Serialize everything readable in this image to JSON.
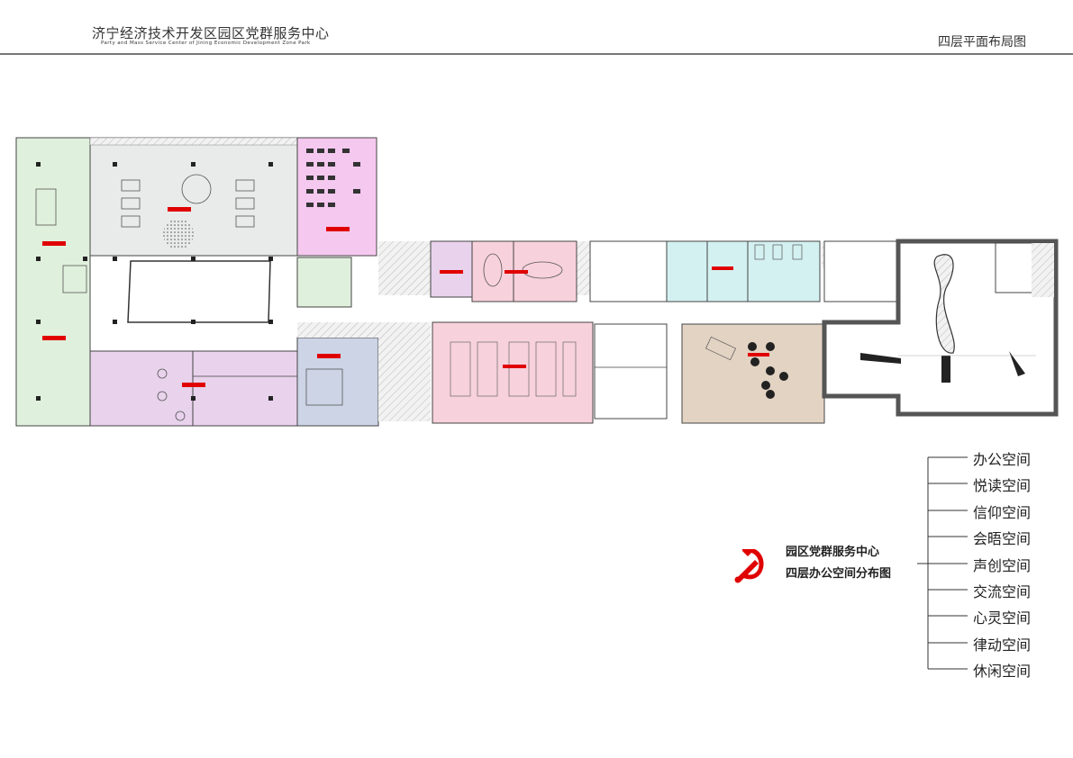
{
  "header": {
    "title_cn": "济宁经济技术开发区园区党群服务中心",
    "title_en": "Party and Mass Service Center of Jining Economic Development Zone Park",
    "page_title": "四层平面布局图"
  },
  "legend": {
    "caption_line1": "园区党群服务中心",
    "caption_line2": "四层办公空间分布图",
    "items": [
      "办公空间",
      "悦读空间",
      "信仰空间",
      "会晤空间",
      "声创空间",
      "交流空间",
      "心灵空间",
      "律动空间",
      "休闲空间"
    ]
  },
  "colors": {
    "green_zone": "#dff0dc",
    "gray_zone": "#e8ebe9",
    "magenta_zone": "#f4c8ef",
    "lilac_zone": "#e8d2ec",
    "pink_zone": "#f7d1dc",
    "blue_gray_zone": "#ccd4e6",
    "cyan_zone": "#d4f1f1",
    "beige_zone": "#e3d3c3",
    "emblem_red": "#e00000"
  },
  "icons": {
    "emblem": "party-emblem-icon"
  }
}
